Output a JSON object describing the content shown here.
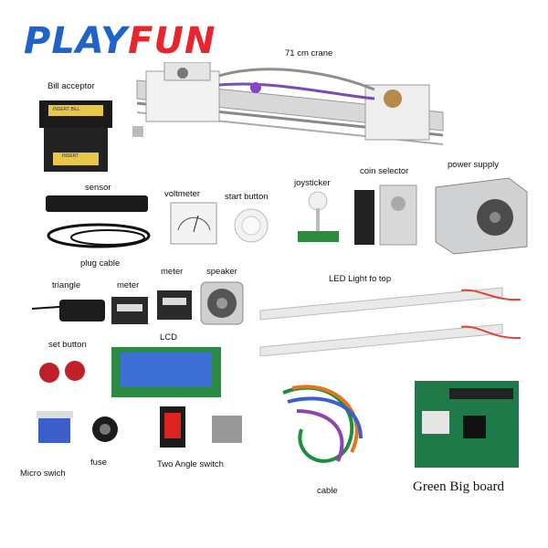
{
  "logo": {
    "part1": "PLAY",
    "part2": "FUN"
  },
  "labels": {
    "crane": "71 cm crane",
    "bill_acceptor": "Bill acceptor",
    "sensor": "sensor",
    "plug_cable": "plug cable",
    "voltmeter": "voltmeter",
    "start_button": "start button",
    "joysticker": "joysticker",
    "coin_selector": "coin selector",
    "power_supply": "power supply",
    "triangle": "triangle",
    "meter1": "meter",
    "meter2": "meter",
    "speaker": "speaker",
    "led_light": "LED Light fo  top",
    "set_button": "set button",
    "lcd": "LCD",
    "micro_switch": "Micro swich",
    "fuse": "fuse",
    "two_angle_switch": "Two Angle switch",
    "cable": "cable",
    "green_big_board": "Green Big board"
  },
  "bill_acceptor_text": {
    "line1": "INSERT BILL",
    "line2": "INSERT"
  },
  "colors": {
    "logo_blue": "#1f63c9",
    "logo_red": "#e8242c",
    "pcb_green": "#1f7a4a",
    "lcd_blue": "#3d6fd6"
  }
}
